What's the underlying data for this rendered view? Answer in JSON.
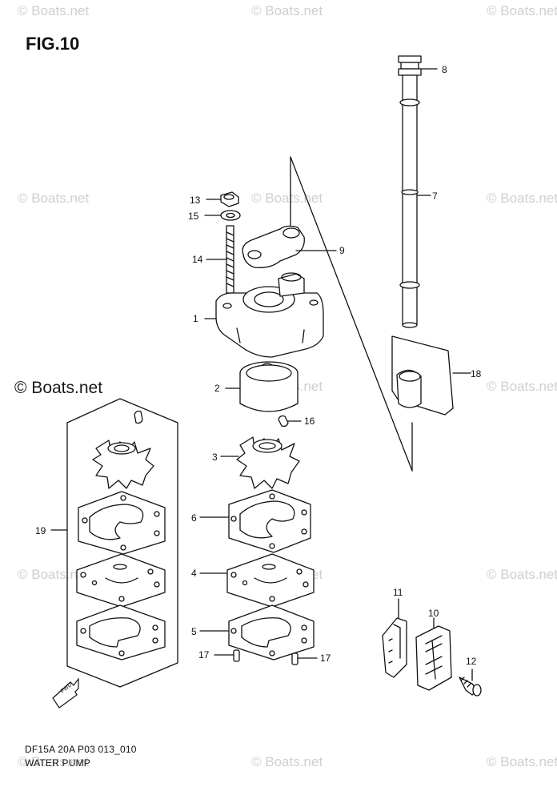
{
  "figure": {
    "title": "FIG.10"
  },
  "watermark": {
    "text": "© Boats.net",
    "main_text": "© Boats.net"
  },
  "callouts": {
    "c1": "1",
    "c2": "2",
    "c3": "3",
    "c4": "4",
    "c5": "5",
    "c6": "6",
    "c7": "7",
    "c8": "8",
    "c9": "9",
    "c10": "10",
    "c11": "11",
    "c12": "12",
    "c13": "13",
    "c14": "14",
    "c15": "15",
    "c16": "16",
    "c17a": "17",
    "c17b": "17",
    "c18": "18",
    "c19": "19"
  },
  "forward_marker": {
    "label": "FWD"
  },
  "footer": {
    "code": "DF15A 20A P03 013_010",
    "caption": "WATER PUMP"
  }
}
